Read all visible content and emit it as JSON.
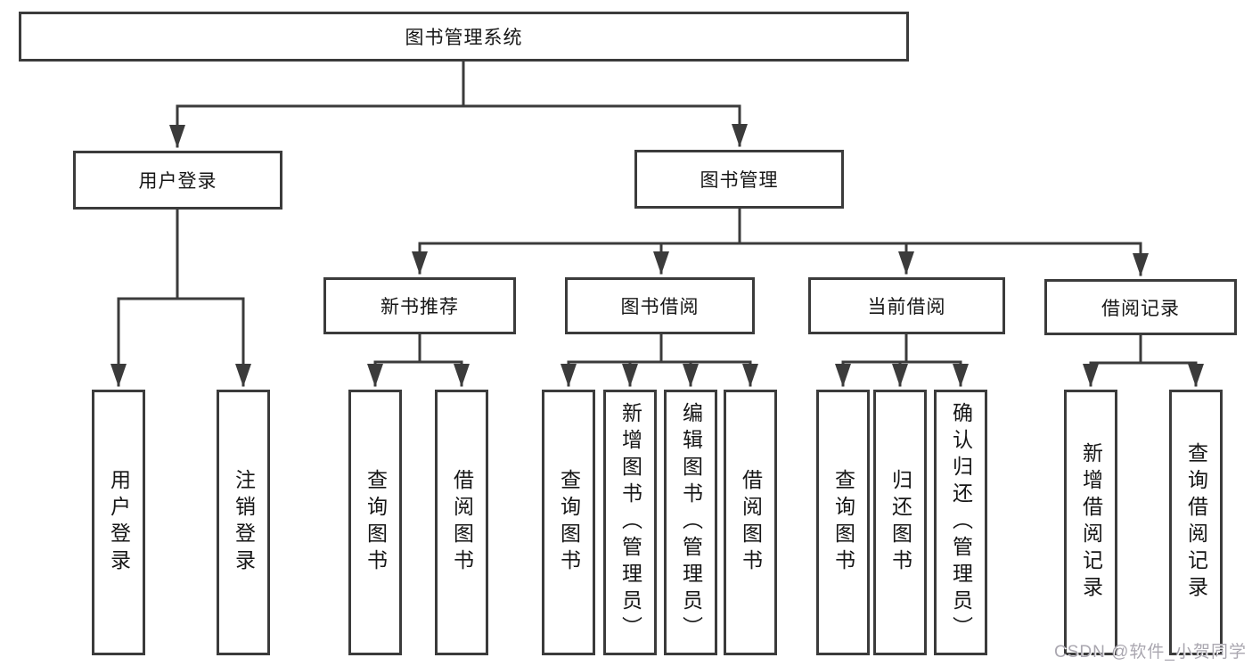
{
  "tree": {
    "root": "图书管理系统",
    "branches": [
      {
        "label": "用户登录",
        "children": [
          "用户登录",
          "注销登录"
        ]
      },
      {
        "label": "图书管理",
        "children": [
          {
            "label": "新书推荐",
            "children": [
              "查询图书",
              "借阅图书"
            ]
          },
          {
            "label": "图书借阅",
            "children": [
              "查询图书",
              "新增图书（管理员）",
              "编辑图书（管理员）",
              "借阅图书"
            ]
          },
          {
            "label": "当前借阅",
            "children": [
              "查询图书",
              "归还图书",
              "确认归还（管理员）"
            ]
          },
          {
            "label": "借阅记录",
            "children": [
              "新增借阅记录",
              "查询借阅记录"
            ]
          }
        ]
      }
    ]
  },
  "watermark": {
    "text": "CSDN @软件_小贺同学"
  },
  "colors": {
    "line": "#3b3b3b",
    "text": "#161616",
    "background": "#ffffff",
    "watermark": "#aaa7b0"
  }
}
